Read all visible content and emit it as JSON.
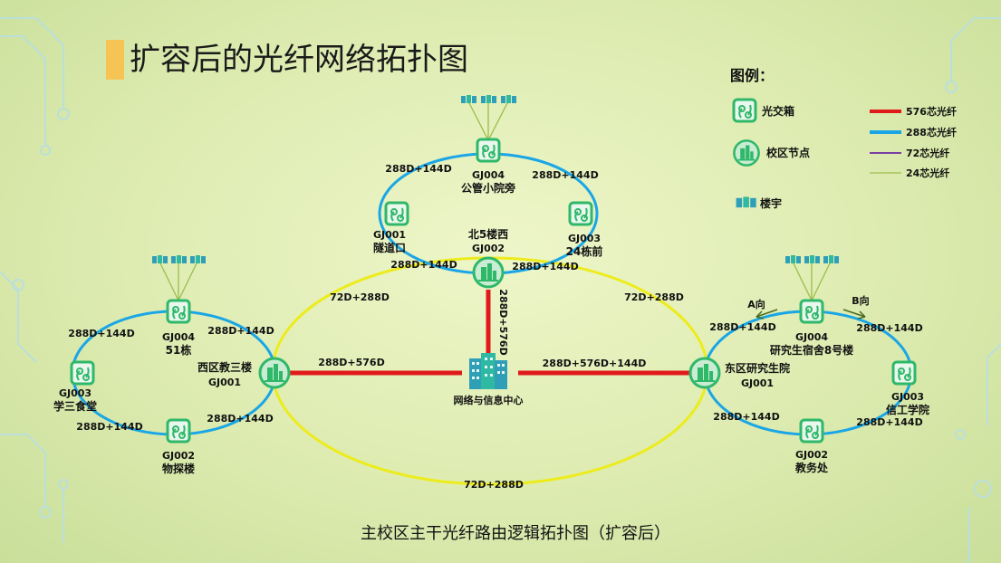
{
  "title": "扩容后的光纤网络拓扑图",
  "caption": "主校区主干光纤路由逻辑拓扑图（扩容后）",
  "colors": {
    "fiber_576": "#e01a1a",
    "fiber_288": "#1aa6e6",
    "fiber_72": "#7a3fa6",
    "fiber_24": "#9bbd4a",
    "ring_main": "#ecec1c",
    "node_green": "#2fb86a"
  },
  "legend": {
    "title": "图例：",
    "box": "光交箱",
    "campus_node": "校区节点",
    "building": "楼宇",
    "f576": "576芯光纤",
    "f288": "288芯光纤",
    "f72": "72芯光纤",
    "f24": "24芯光纤"
  },
  "center": {
    "label": "网络与信息中心"
  },
  "main_ring": {
    "labels": {
      "top_left": "72D+288D",
      "top_right": "72D+288D",
      "bottom": "72D+288D"
    }
  },
  "links": {
    "west": "288D+576D",
    "east": "288D+576D+144D",
    "north": "288D+576D"
  },
  "north": {
    "node_name": "北5楼西",
    "node_id": "GJ002",
    "box_top_id": "GJ004",
    "box_top_name": "公管小院旁",
    "box_left_id": "GJ001",
    "box_left_name": "隧道口",
    "box_right_id": "GJ003",
    "box_right_name": "24栋前",
    "seg_tl": "288D+144D",
    "seg_tr": "288D+144D",
    "seg_bl": "288D+144D",
    "seg_br": "288D+144D"
  },
  "west": {
    "node_name": "西区教三楼",
    "node_id": "GJ001",
    "box_top_id": "GJ004",
    "box_top_name": "51栋",
    "box_left_id": "GJ003",
    "box_left_name": "学三食堂",
    "box_bottom_id": "GJ002",
    "box_bottom_name": "物探楼",
    "seg_tl": "288D+144D",
    "seg_tr": "288D+144D",
    "seg_bl": "288D+144D",
    "seg_br": "288D+144D"
  },
  "east": {
    "node_name": "东区研究生院",
    "node_id": "GJ001",
    "box_top_id": "GJ004",
    "box_top_name": "研究生宿舍8号楼",
    "box_right_id": "GJ003",
    "box_right_name": "信工学院",
    "box_bottom_id": "GJ002",
    "box_bottom_name": "教务处",
    "dir_a": "A向",
    "dir_b": "B向",
    "seg_tl": "288D+144D",
    "seg_tr": "288D+144D",
    "seg_bl": "288D+144D",
    "seg_br": "288D+144D"
  }
}
